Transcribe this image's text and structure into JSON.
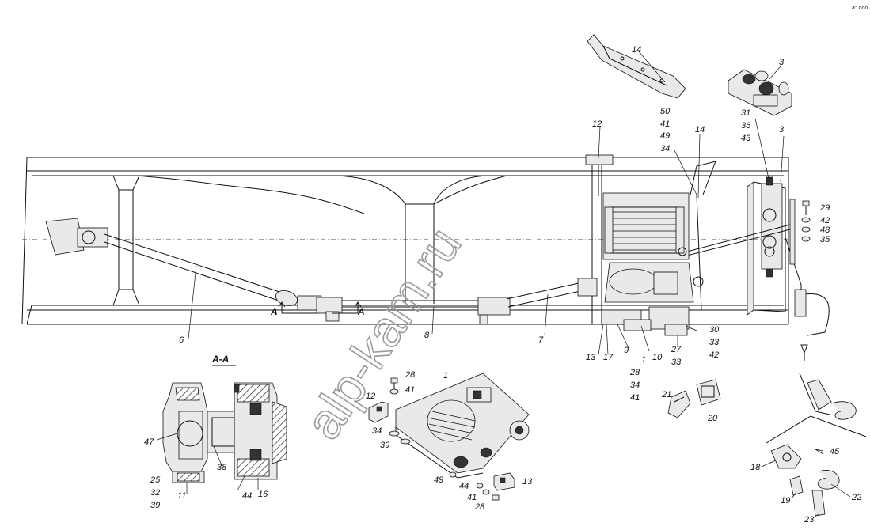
{
  "corner_mark": "a° ooo",
  "watermark": "alp-kam.ru",
  "section_title": "A-A",
  "section_markers": [
    "A",
    "A"
  ],
  "callouts": {
    "c14a": "14",
    "c3a": "3",
    "c50": "50",
    "c41a": "41",
    "c49": "49",
    "c34a": "34",
    "c12a": "12",
    "c14b": "14",
    "c31": "31",
    "c36": "36",
    "c43": "43",
    "c3b": "3",
    "c29": "29",
    "c42a": "42",
    "c48": "48",
    "c35": "35",
    "c6": "6",
    "c8": "8",
    "c7": "7",
    "c30": "30",
    "c33a": "33",
    "c42b": "42",
    "c27": "27",
    "c33b": "33",
    "c13a": "13",
    "c17": "17",
    "c9": "9",
    "c10": "10",
    "c1a": "1",
    "c28a": "28",
    "c34b": "34",
    "c41b": "41",
    "c21": "21",
    "c20": "20",
    "c28b": "28",
    "c41c": "41",
    "c1b": "1",
    "c12b": "12",
    "c34c": "34",
    "c39a": "39",
    "c47": "47",
    "c25": "25",
    "c32": "32",
    "c39b": "39",
    "c11": "11",
    "c38": "38",
    "c44a": "44",
    "c16": "16",
    "c49b": "49",
    "c44b": "44",
    "c41d": "41",
    "c28c": "28",
    "c13b": "13",
    "c45": "45",
    "c18": "18",
    "c22": "22",
    "c19": "19",
    "c23": "23"
  }
}
